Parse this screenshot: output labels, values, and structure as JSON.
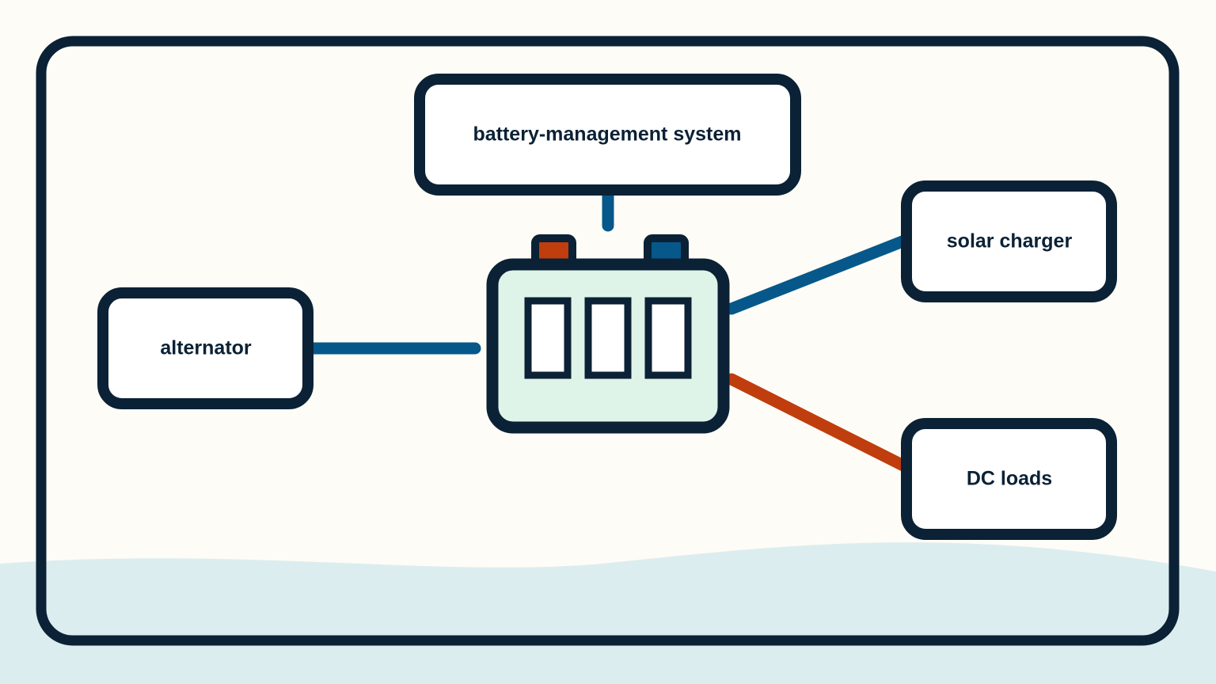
{
  "diagram": {
    "nodes": {
      "bms": {
        "label": "battery-management system"
      },
      "alternator": {
        "label": "alternator"
      },
      "solar": {
        "label": "solar charger"
      },
      "loads": {
        "label": "DC loads"
      }
    },
    "battery": {
      "cells": 3
    },
    "connections": [
      {
        "from": "bms",
        "to": "battery",
        "kind": "data"
      },
      {
        "from": "alternator",
        "to": "battery",
        "kind": "charge"
      },
      {
        "from": "solar",
        "to": "battery",
        "kind": "charge"
      },
      {
        "from": "battery",
        "to": "loads",
        "kind": "discharge"
      }
    ]
  },
  "colors": {
    "outline": "#0b2135",
    "background": "#fefcf6",
    "water": "#dcedf0",
    "battery_fill": "#dff4e8",
    "box_fill": "#ffffff",
    "charge_line": "#06588a",
    "discharge_line": "#c03d0d",
    "positive_terminal": "#c03d0d",
    "negative_terminal": "#06588a"
  }
}
